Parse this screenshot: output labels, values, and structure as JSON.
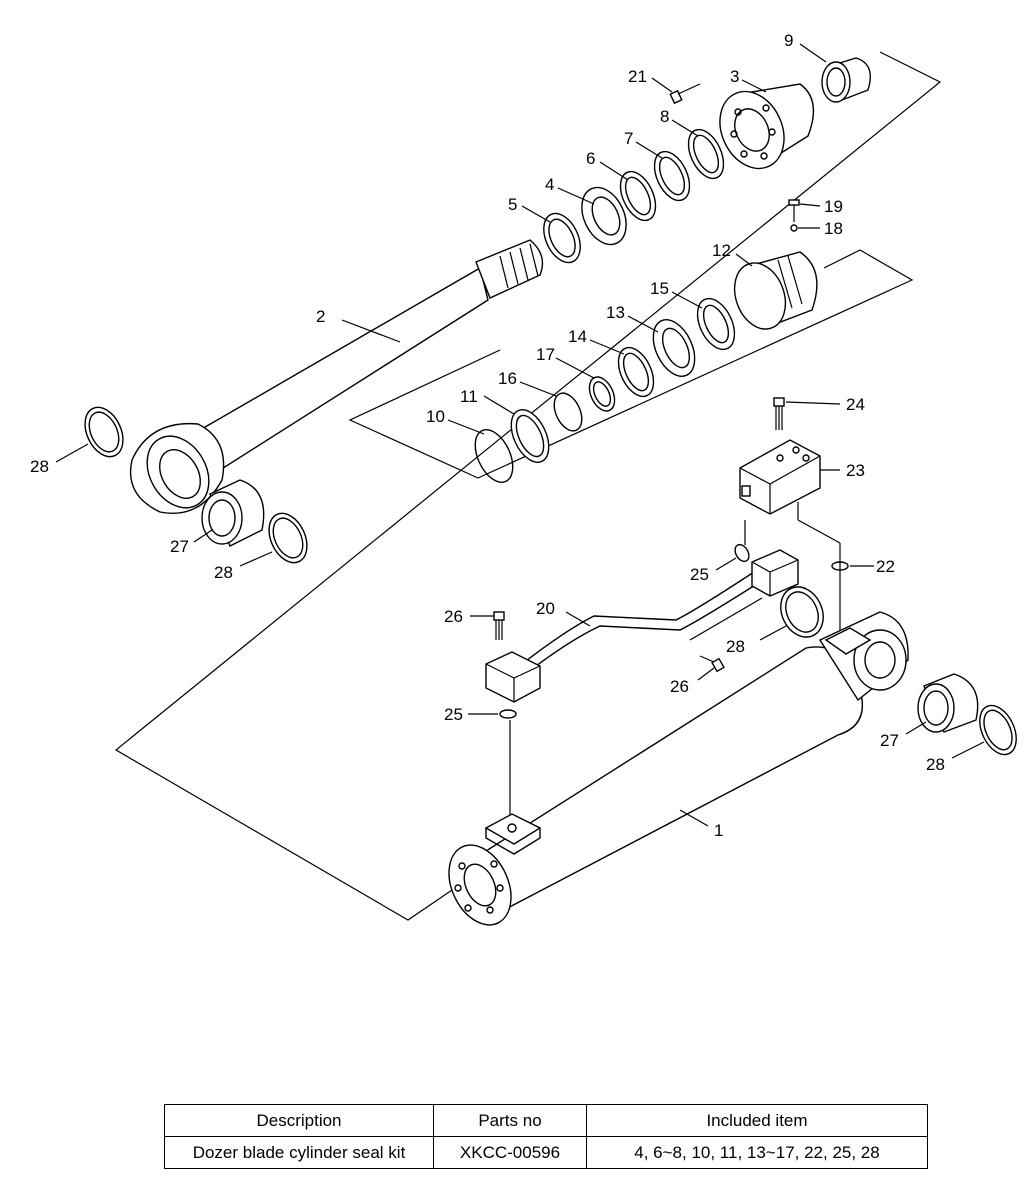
{
  "labels": {
    "p1": "1",
    "p2": "2",
    "p3": "3",
    "p4": "4",
    "p5": "5",
    "p6": "6",
    "p7": "7",
    "p8": "8",
    "p9": "9",
    "p10": "10",
    "p11": "11",
    "p12": "12",
    "p13": "13",
    "p14": "14",
    "p15": "15",
    "p16": "16",
    "p17": "17",
    "p18": "18",
    "p19": "19",
    "p20": "20",
    "p21": "21",
    "p22": "22",
    "p23": "23",
    "p24": "24",
    "p25a": "25",
    "p25b": "25",
    "p26a": "26",
    "p26b": "26",
    "p27a": "27",
    "p27b": "27",
    "p28a": "28",
    "p28b": "28",
    "p28c": "28",
    "p28d": "28"
  },
  "table": {
    "headers": [
      "Description",
      "Parts no",
      "Included item"
    ],
    "rows": [
      [
        "Dozer blade cylinder seal kit",
        "XKCC-00596",
        "4, 6~8, 10, 11, 13~17, 22, 25, 28"
      ]
    ]
  }
}
